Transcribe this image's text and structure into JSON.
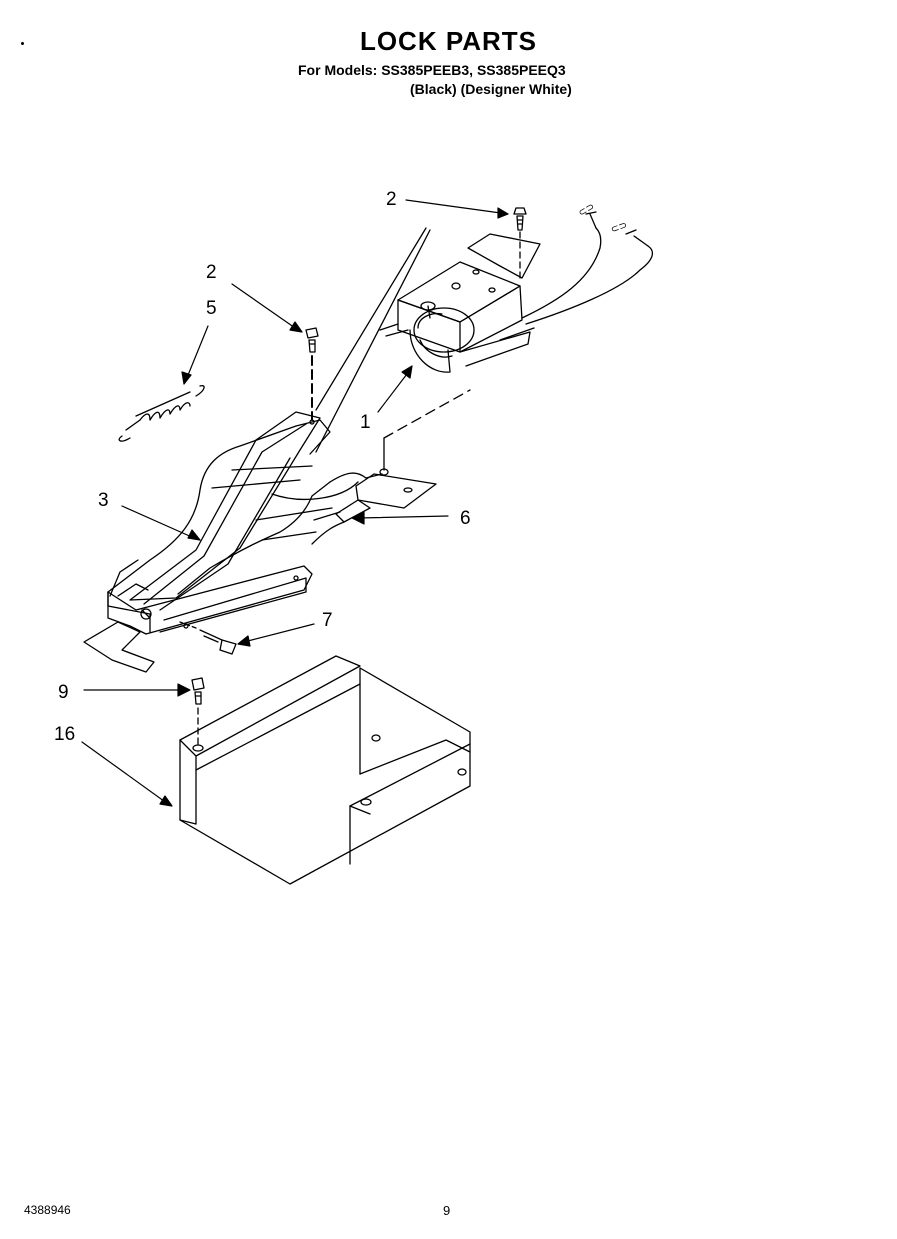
{
  "header": {
    "title": "LOCK PARTS",
    "models_line": "For Models: SS385PEEB3, SS385PEEQ3",
    "variants_line": "(Black)   (Designer White)"
  },
  "callouts": {
    "c1": "1",
    "c2a": "2",
    "c2b": "2",
    "c3": "3",
    "c5": "5",
    "c6": "6",
    "c7": "7",
    "c9": "9",
    "c16": "16"
  },
  "footer": {
    "doc_number": "4388946",
    "page_number": "9"
  },
  "colors": {
    "ink": "#000000",
    "paper": "#ffffff"
  }
}
